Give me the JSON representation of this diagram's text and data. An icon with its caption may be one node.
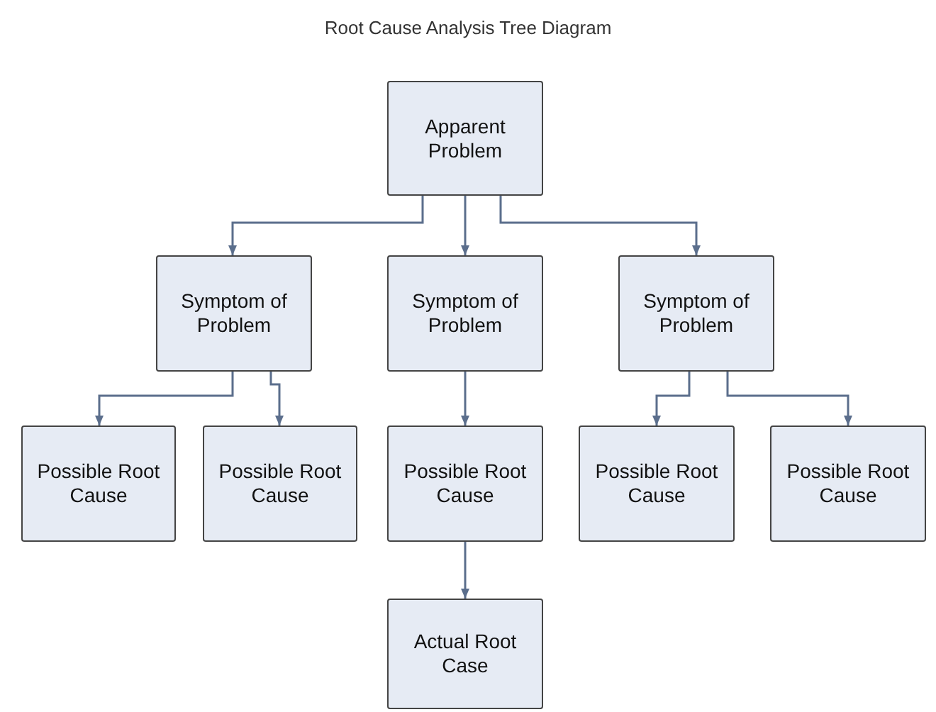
{
  "diagram": {
    "title": "Root Cause Analysis Tree Diagram",
    "nodes": [
      {
        "text": [
          "Apparent Problem"
        ]
      },
      {
        "text": [
          "Symptom of Problem"
        ]
      },
      {
        "text": [
          "Symptom of Problem"
        ]
      },
      {
        "text": [
          "Symptom of Problem"
        ]
      },
      {
        "text": [
          "Possible Root Cause"
        ]
      },
      {
        "text": [
          "Possible Root Cause"
        ]
      },
      {
        "text": [
          "Possible Root Cause"
        ]
      },
      {
        "text": [
          "Possible Root Cause"
        ]
      },
      {
        "text": [
          "Possible Root Cause"
        ]
      },
      {
        "text": [
          "Actual Root Case"
        ]
      }
    ],
    "edges": [
      {
        "from": 0,
        "to": 1,
        "arrow": "to"
      },
      {
        "from": 0,
        "to": 2,
        "arrow": "to"
      },
      {
        "from": 0,
        "to": 3,
        "arrow": "to"
      },
      {
        "from": 1,
        "to": 4,
        "arrow": "to"
      },
      {
        "from": 1,
        "to": 5,
        "arrow": "to"
      },
      {
        "from": 2,
        "to": 6,
        "arrow": "to"
      },
      {
        "from": 3,
        "to": 7,
        "arrow": "to"
      },
      {
        "from": 3,
        "to": 8,
        "arrow": "to"
      },
      {
        "from": 6,
        "to": 9,
        "arrow": "to"
      }
    ]
  }
}
